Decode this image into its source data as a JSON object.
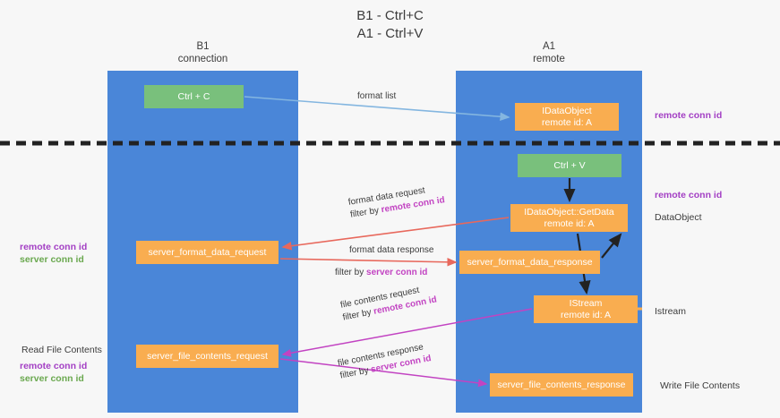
{
  "title": {
    "line1": "B1 - Ctrl+C",
    "line2": "A1 - Ctrl+V"
  },
  "lanes": [
    {
      "name": "B1",
      "role": "connection"
    },
    {
      "name": "A1",
      "role": "remote"
    }
  ],
  "nodes": {
    "ctrl_c": {
      "label": "Ctrl + C",
      "color": "#79c07c"
    },
    "idataobject": {
      "line1": "IDataObject",
      "line2": "remote id: A",
      "color": "#f9ad50"
    },
    "ctrl_v": {
      "label": "Ctrl + V",
      "color": "#79c07c"
    },
    "getdata": {
      "line1": "IDataObject::GetData",
      "line2": "remote id: A",
      "color": "#f9ad50"
    },
    "server_format_data_request": {
      "label": "server_format_data_request",
      "color": "#f9ad50"
    },
    "server_format_data_response": {
      "label": "server_format_data_response",
      "color": "#f9ad50"
    },
    "istream": {
      "line1": "IStream",
      "line2": "remote id: A",
      "color": "#f9ad50"
    },
    "server_file_contents_request": {
      "label": "server_file_contents_request",
      "color": "#f9ad50"
    },
    "server_file_contents_response": {
      "label": "server_file_contents_response",
      "color": "#f9ad50"
    }
  },
  "edges": {
    "format_list": {
      "label": "format list"
    },
    "format_data_request": {
      "label": "format data request",
      "filter_prefix": "filter by ",
      "filter_key": "remote conn id"
    },
    "format_data_response": {
      "label": "format data response",
      "filter_prefix": "filter by ",
      "filter_key": "server conn id"
    },
    "file_contents_request": {
      "label": "file contents request",
      "filter_prefix": "filter by ",
      "filter_key": "remote conn id"
    },
    "file_contents_response": {
      "label": "file contents response",
      "filter_prefix": "filter by ",
      "filter_key": "server conn id"
    }
  },
  "annotations": {
    "right_remote_conn_top": "remote conn id",
    "right_remote_conn_mid": "remote conn id",
    "right_dataobject": "DataObject",
    "right_istream": "Istream",
    "right_write_file_contents": "Write File Contents",
    "left_remote_conn_id": "remote conn id",
    "left_server_conn_id": "server conn id",
    "left_read_file_contents": "Read File Contents",
    "left_remote_conn_id_2": "remote conn id",
    "left_server_conn_id_2": "server conn id"
  },
  "colors": {
    "lane": "#4a86d8",
    "green_node": "#79c07c",
    "orange_node": "#f9ad50",
    "red_arrow": "#e8685c",
    "pink_arrow": "#c243c2",
    "blue_arrow": "#84b6e0",
    "black_arrow": "#222222",
    "purple_text": "#a33fc4",
    "green_text": "#6aa84f",
    "background": "#f7f7f7"
  }
}
